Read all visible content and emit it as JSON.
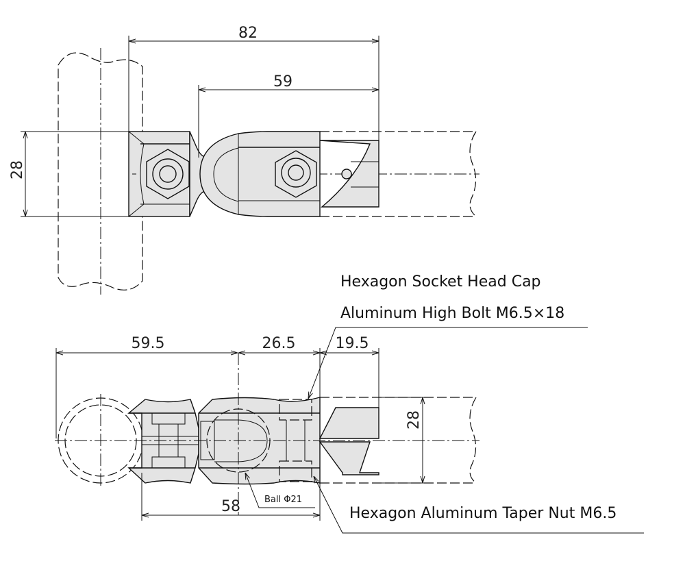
{
  "top_view": {
    "dim_overall": "82",
    "dim_clevis": "59",
    "dim_height": "28"
  },
  "bottom_view": {
    "dim_left": "59.5",
    "dim_middle": "26.5",
    "dim_right": "19.5",
    "dim_height": "28",
    "dim_body": "58",
    "ball_label": "Ball Φ21"
  },
  "callouts": {
    "bolt_line1": "Hexagon Socket Head Cap",
    "bolt_line2": "Aluminum High Bolt M6.5×18",
    "nut": "Hexagon Aluminum Taper Nut M6.5"
  }
}
